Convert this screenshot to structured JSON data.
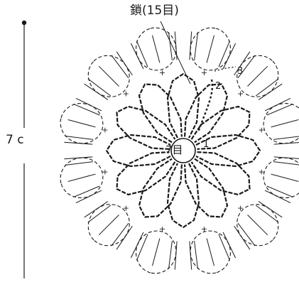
{
  "diagram": {
    "title": "鎖(15目)",
    "dimension_label": "7 c",
    "center_label": "7目",
    "round_labels": [
      "1",
      "2",
      "3"
    ],
    "petal_count": 12,
    "outer_scallop_count": 12,
    "line_color": "#1a1a1a"
  }
}
